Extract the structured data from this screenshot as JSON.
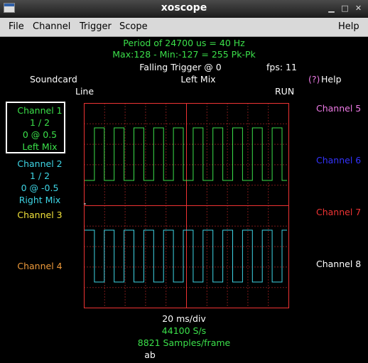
{
  "window": {
    "title": "xoscope"
  },
  "menu": {
    "file": "File",
    "channel": "Channel",
    "trigger": "Trigger",
    "scope": "Scope",
    "help": "Help"
  },
  "info": {
    "period": "Period of  24700 us =     40 Hz",
    "maxmin": "Max:128 - Min:-127 = 255 Pk-Pk",
    "trigger": "Falling Trigger @ 0",
    "fps": "fps: 11",
    "source": "Soundcard",
    "mix": "Left Mix",
    "help_hint": "(?)",
    "help_label": "Help",
    "line": "Line",
    "run": "RUN"
  },
  "channels": {
    "ch1": {
      "name": "Channel 1",
      "scale": "1 / 2",
      "offset": "0 @ 0.5",
      "source": "Left Mix",
      "color": "#3be04a"
    },
    "ch2": {
      "name": "Channel 2",
      "scale": "1 / 2",
      "offset": "0 @ -0.5",
      "source": "Right Mix",
      "color": "#3ed6e6"
    },
    "ch3": {
      "name": "Channel 3",
      "color": "#f1e23a"
    },
    "ch4": {
      "name": "Channel 4",
      "color": "#ee9a3a"
    },
    "ch5": {
      "name": "Channel 5",
      "color": "#ee7ae6"
    },
    "ch6": {
      "name": "Channel 6",
      "color": "#3333ff"
    },
    "ch7": {
      "name": "Channel 7",
      "color": "#ee3333"
    },
    "ch8": {
      "name": "Channel 8",
      "color": "#ffffff"
    }
  },
  "footer": {
    "timebase": "20 ms/div",
    "rate": "44100 S/s",
    "samples": "8821 Samples/frame",
    "input": "ab"
  },
  "colors": {
    "grid": "#ee3333",
    "background": "#000000",
    "menubar": "#d9d9d9"
  }
}
